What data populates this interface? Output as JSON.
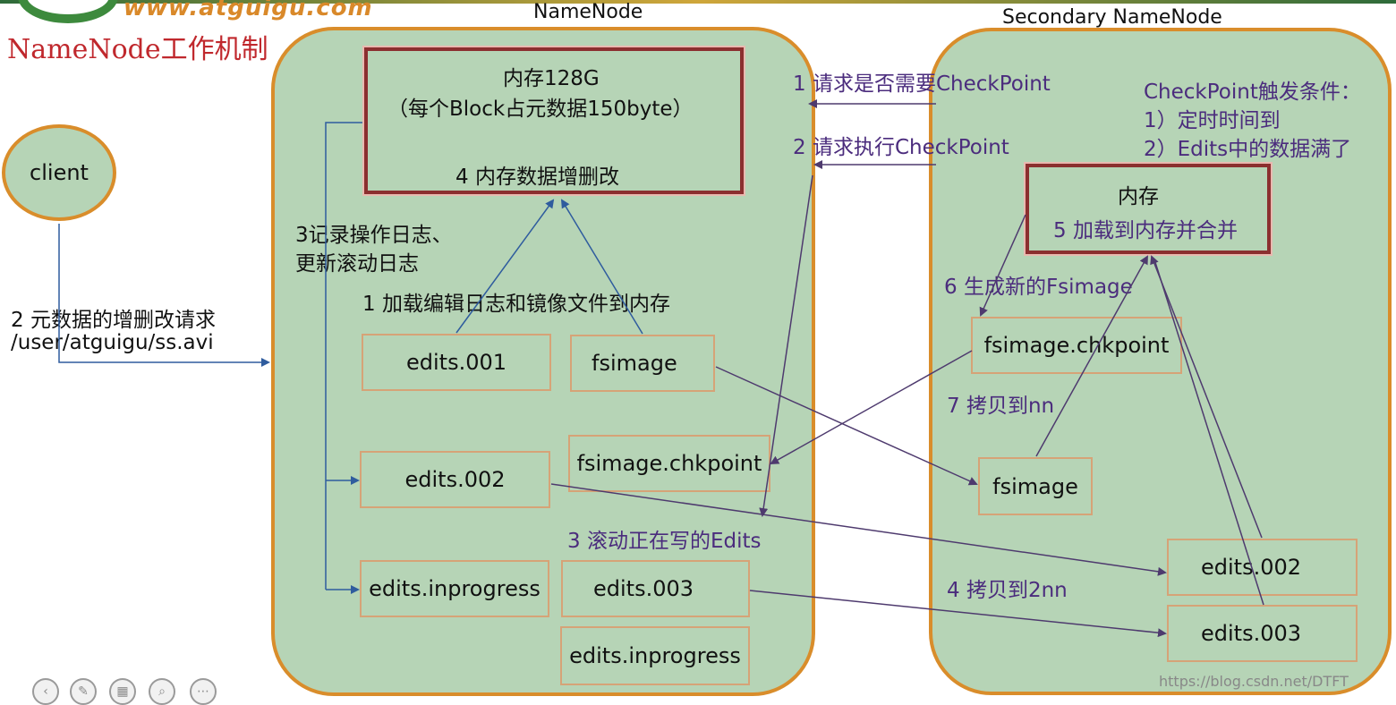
{
  "header": {
    "site_url": "www.atguigu.com",
    "slide_title": "NameNode工作机制"
  },
  "namenode": {
    "title": "NameNode",
    "memory_line1": "内存128G",
    "memory_line2": "（每个Block占元数据150byte）",
    "memory_line3": "4 内存数据增删改",
    "step3_log_line1": "3记录操作日志、",
    "step3_log_line2": "更新滚动日志",
    "step1_load": "1 加载编辑日志和镜像文件到内存",
    "step3_roll": "3 滚动正在写的Edits",
    "files": {
      "edits_001": "edits.001",
      "fsimage": "fsimage",
      "edits_002": "edits.002",
      "fsimage_chkpoint": "fsimage.chkpoint",
      "edits_inprogress_left": "edits.inprogress",
      "edits_003": "edits.003",
      "edits_inprogress_right": "edits.inprogress"
    }
  },
  "client": {
    "label": "client",
    "request_line1": "2 元数据的增删改请求",
    "request_line2": "/user/atguigu/ss.avi"
  },
  "secondary": {
    "title": "Secondary NameNode",
    "step1": "1 请求是否需要CheckPoint",
    "step2": "2 请求执行CheckPoint",
    "trigger_title": "CheckPoint触发条件：",
    "trigger_1": "1）定时时间到",
    "trigger_2": "2）Edits中的数据满了",
    "memory_title": "内存",
    "memory_step5": "5 加载到内存并合并",
    "step6": "6 生成新的Fsimage",
    "step7": "7 拷贝到nn",
    "step4": "4 拷贝到2nn",
    "files": {
      "fsimage_chkpoint": "fsimage.chkpoint",
      "fsimage": "fsimage",
      "edits_002": "edits.002",
      "edits_003": "edits.003"
    }
  },
  "watermark": "https://blog.csdn.net/DTFT",
  "colors": {
    "panel_fill": "#b6d4b6",
    "panel_border": "#d98d2b",
    "memory_border": "#8b2f2f",
    "title_red": "#c0282d",
    "step_purple": "#4b2c7d",
    "arrow_blue": "#2f5c9e",
    "arrow_purple": "#4e3a6e"
  }
}
